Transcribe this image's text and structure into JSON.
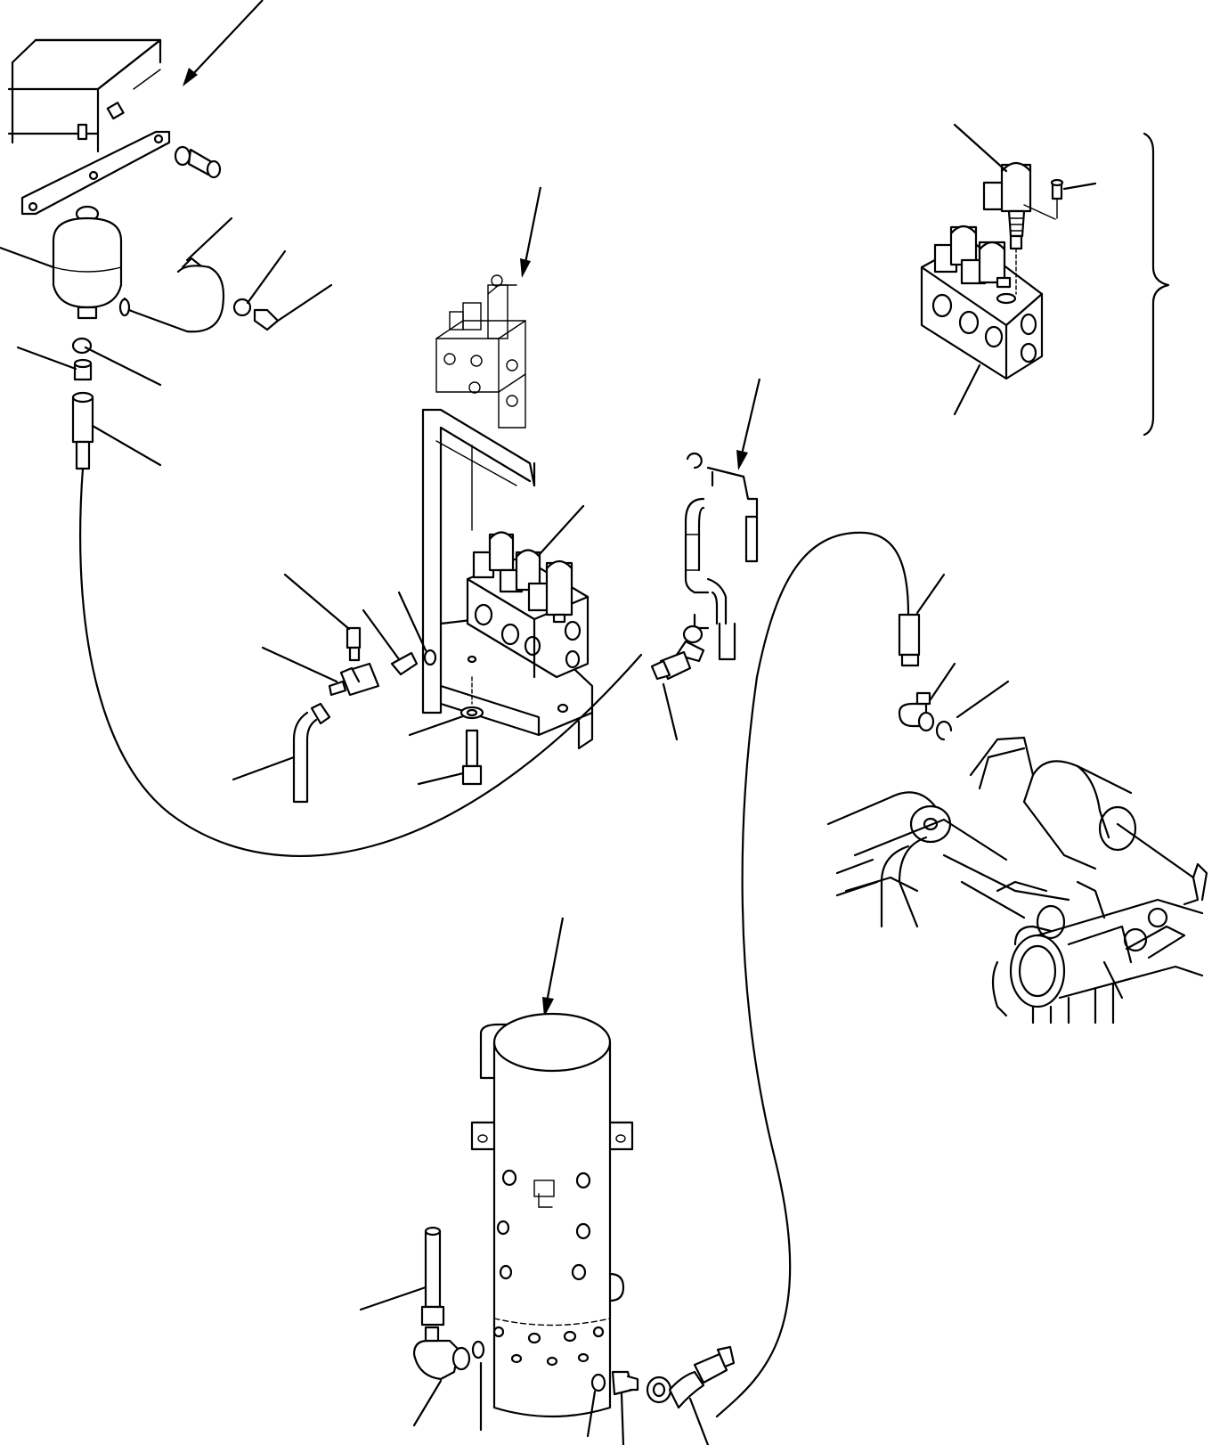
{
  "diagram": {
    "background": "#ffffff",
    "ink": "#000000",
    "groups": [
      {
        "id": "tank",
        "label": "",
        "icon": "tank-bracket-icon"
      },
      {
        "id": "accumulator",
        "label": "",
        "icon": "accumulator-icon"
      },
      {
        "id": "solenoid-valve-upper",
        "label": "",
        "icon": "solenoid-valve-icon"
      },
      {
        "id": "solenoid-valve-bracket",
        "label": "",
        "icon": "valve-bracket-icon"
      },
      {
        "id": "valve-assembly-detail",
        "label": "",
        "icon": "valve-assembly-icon"
      },
      {
        "id": "tube-assembly",
        "label": "",
        "icon": "tube-assembly-icon"
      },
      {
        "id": "swivel-joint",
        "label": "",
        "icon": "swivel-joint-icon"
      },
      {
        "id": "undercarriage-frame",
        "label": "",
        "icon": "frame-icon"
      }
    ]
  }
}
